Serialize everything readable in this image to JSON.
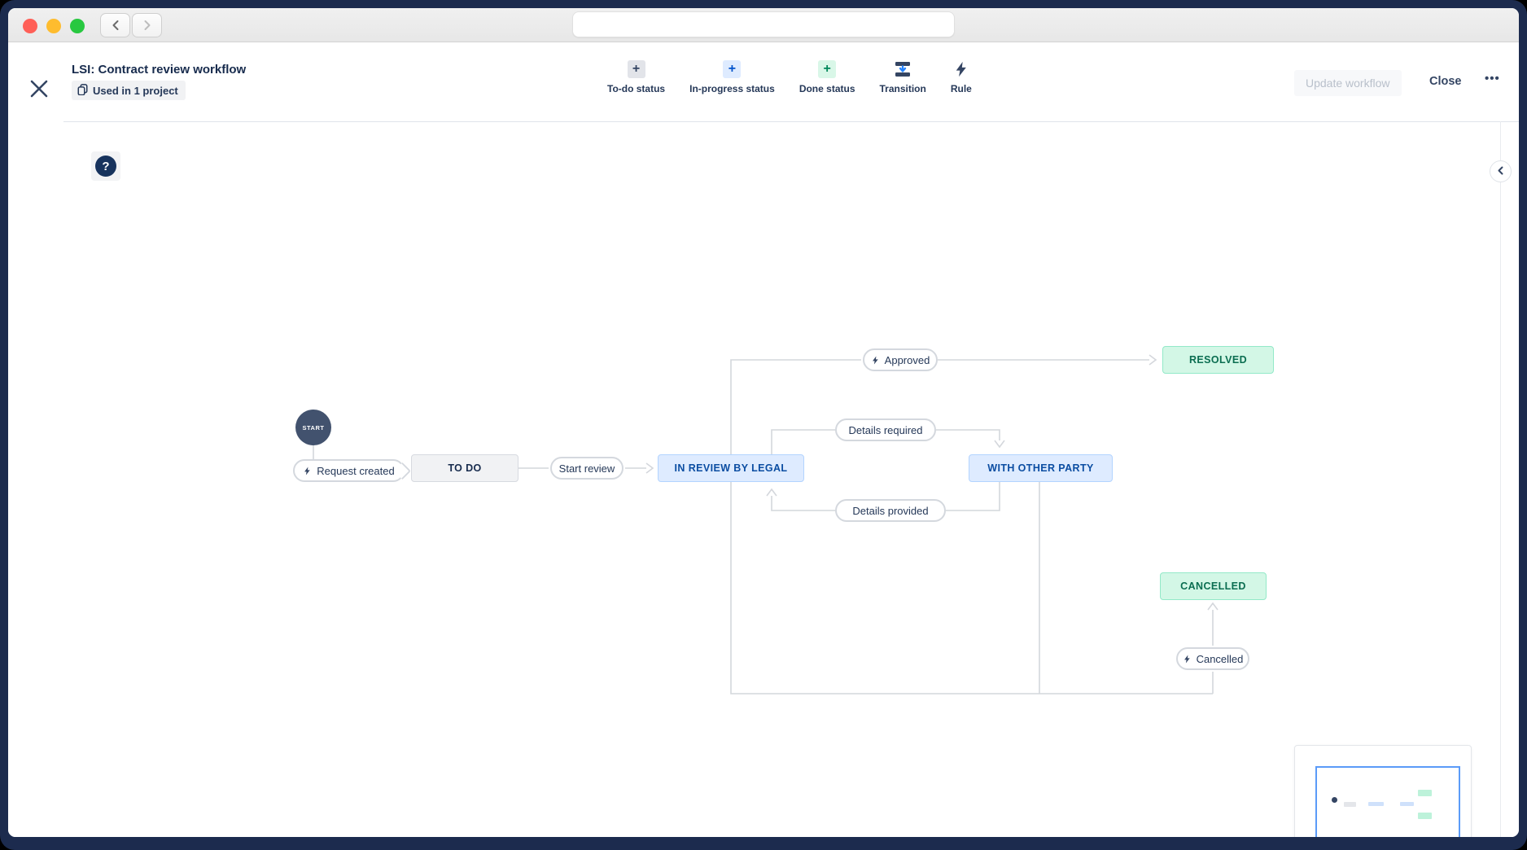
{
  "window": {
    "url_value": ""
  },
  "header": {
    "title": "LSI: Contract review workflow",
    "usage_badge": "Used in 1 project",
    "actions": {
      "update": "Update workflow",
      "close": "Close",
      "more": "•••"
    }
  },
  "toolbar": {
    "items": [
      {
        "label": "To-do status",
        "icon": "plus-todo-icon"
      },
      {
        "label": "In-progress status",
        "icon": "plus-in-progress-icon"
      },
      {
        "label": "Done status",
        "icon": "plus-done-icon"
      },
      {
        "label": "Transition",
        "icon": "transition-icon"
      },
      {
        "label": "Rule",
        "icon": "lightning-icon"
      }
    ]
  },
  "canvas": {
    "help_label": "?",
    "start_label": "START",
    "statuses": [
      {
        "name": "TO DO",
        "category": "todo"
      },
      {
        "name": "IN REVIEW BY LEGAL",
        "category": "in-progress"
      },
      {
        "name": "WITH OTHER PARTY",
        "category": "in-progress"
      },
      {
        "name": "RESOLVED",
        "category": "done"
      },
      {
        "name": "CANCELLED",
        "category": "done"
      }
    ],
    "transitions": [
      {
        "label": "Request created",
        "has_rule": true,
        "from": "START",
        "to": "TO DO"
      },
      {
        "label": "Start review",
        "has_rule": false,
        "from": "TO DO",
        "to": "IN REVIEW BY LEGAL"
      },
      {
        "label": "Approved",
        "has_rule": true,
        "from": "IN REVIEW BY LEGAL",
        "to": "RESOLVED"
      },
      {
        "label": "Details required",
        "has_rule": false,
        "from": "IN REVIEW BY LEGAL",
        "to": "WITH OTHER PARTY"
      },
      {
        "label": "Details provided",
        "has_rule": false,
        "from": "WITH OTHER PARTY",
        "to": "IN REVIEW BY LEGAL"
      },
      {
        "label": "Cancelled",
        "has_rule": true,
        "from": "IN REVIEW BY LEGAL / WITH OTHER PARTY",
        "to": "CANCELLED"
      }
    ]
  },
  "colors": {
    "frame_navy": "#1c2b4e",
    "navy_text": "#253858",
    "title_text": "#172b4d",
    "todo_bg": "#f1f2f4",
    "in_progress_bg": "#deebff",
    "in_progress_text": "#0b4da2",
    "done_bg": "#d3f7e6",
    "done_text": "#0b6e51",
    "connector_gray": "#d4d7dc",
    "minimap_viewport_blue": "#5b9bf8",
    "traffic_red": "#ff5f57",
    "traffic_yellow": "#febc2e",
    "traffic_green": "#28c840"
  }
}
